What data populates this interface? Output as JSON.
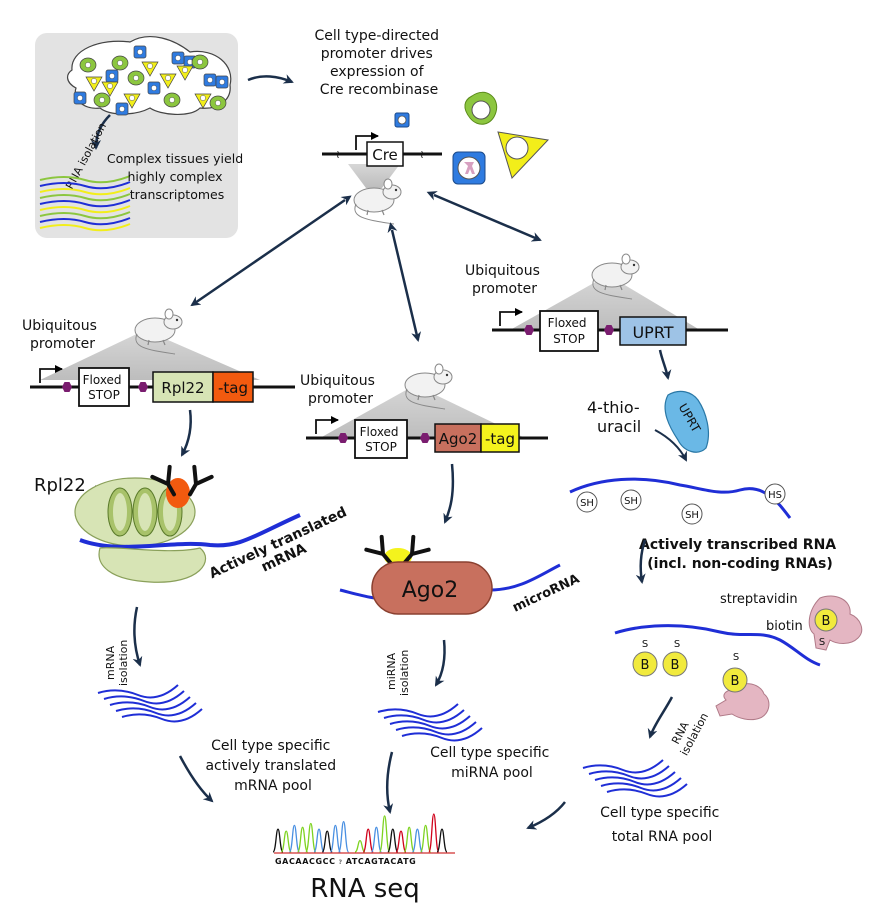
{
  "colors": {
    "panel_bg": "#e3e3e3",
    "arrow": "#1b2f4a",
    "rna_blue": "#1f2ed6",
    "cell_blue": "#2f7be0",
    "cell_green": "#8cc63f",
    "cell_yellow": "#f2ee1a",
    "loxp_purple": "#7a1d6f",
    "rpl22_green": "#d7e4b5",
    "tag_orange": "#f25a0f",
    "ago2_brown": "#c8705e",
    "tag_yellow": "#f4f31d",
    "uprt_blue": "#9ec3e6",
    "streptavidin_pink": "#e4b6c2",
    "biotin_yellow": "#f1ea3d"
  },
  "tissue_panel": {
    "rna_isolation": "RNA isolation",
    "caption_lines": [
      "Complex tissues yield",
      "highly complex",
      "transcriptomes"
    ]
  },
  "cre_section": {
    "caption_lines": [
      "Cell type-directed",
      "promoter drives",
      "expression of",
      "Cre recombinase"
    ],
    "gene_label": "Cre"
  },
  "constructs": {
    "promoter_lines": [
      "Ubiquitous",
      "promoter"
    ],
    "floxed_lines": [
      "Floxed",
      "STOP"
    ],
    "rpl22": {
      "gene": "Rpl22",
      "tag": "-tag"
    },
    "ago2": {
      "gene": "Ago2",
      "tag": "-tag"
    },
    "uprt": {
      "gene": "UPRT"
    }
  },
  "trap_branch": {
    "protein_label": "Rpl22",
    "mrna_label_lines": [
      "Actively translated",
      "mRNA"
    ],
    "isolation_lines": [
      "mRNA",
      "isolation"
    ],
    "pool_lines": [
      "Cell type specific",
      "actively translated",
      "mRNA pool"
    ]
  },
  "ago2_branch": {
    "protein_label": "Ago2",
    "rna_label": "microRNA",
    "isolation_lines": [
      "miRNA",
      "isolation"
    ],
    "pool_lines": [
      "Cell type specific",
      "miRNA pool"
    ]
  },
  "uprt_branch": {
    "substrate_lines": [
      "4-thio-",
      "uracil"
    ],
    "enzyme_label": "UPRT",
    "thiol_labels": [
      "SH",
      "SH",
      "SH",
      "HS"
    ],
    "rna_label_lines": [
      "Actively transcribed RNA",
      "(incl. non-coding RNAs)"
    ],
    "streptavidin_label": "streptavidin",
    "biotin_label": "biotin",
    "biotin_letter": "B",
    "sulfur_letter": "S",
    "isolation_lines": [
      "RNA",
      "isolation"
    ],
    "pool_lines": [
      "Cell type specific",
      "total RNA pool"
    ]
  },
  "rnaseq": {
    "sequence": "GACAACGCC",
    "sequence2": "ATCAGTACATG",
    "gap_mark": "?",
    "title": "RNA seq"
  }
}
